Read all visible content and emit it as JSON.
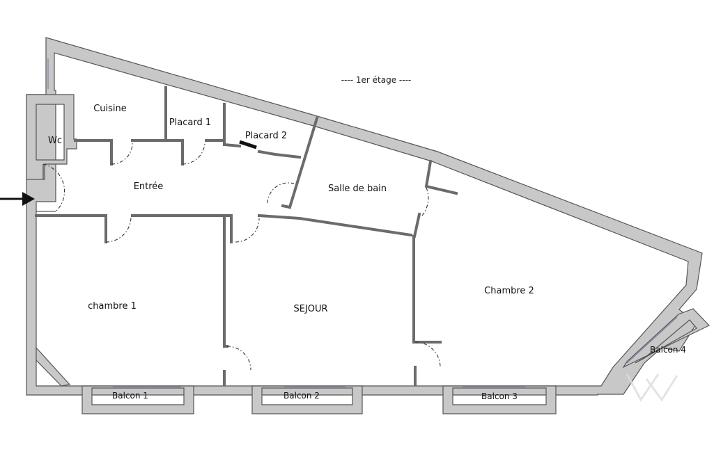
{
  "floor_title": "----  1er étage  ----",
  "rooms": {
    "cuisine": "Cuisine",
    "wc": "Wc",
    "placard1": "Placard 1",
    "placard2": "Placard 2",
    "entree": "Entrée",
    "salle_de_bain": "Salle de bain",
    "chambre1": "chambre 1",
    "sejour": "SEJOUR",
    "chambre2": "Chambre 2"
  },
  "balconies": {
    "balcon1": "Balcon 1",
    "balcon2": "Balcon 2",
    "balcon3": "Balcon 3",
    "balcon4": "Balcon 4"
  },
  "colors": {
    "wall_fill": "#c8c8c8",
    "wall_stroke": "#555555",
    "entry_arrow": "#111111"
  }
}
